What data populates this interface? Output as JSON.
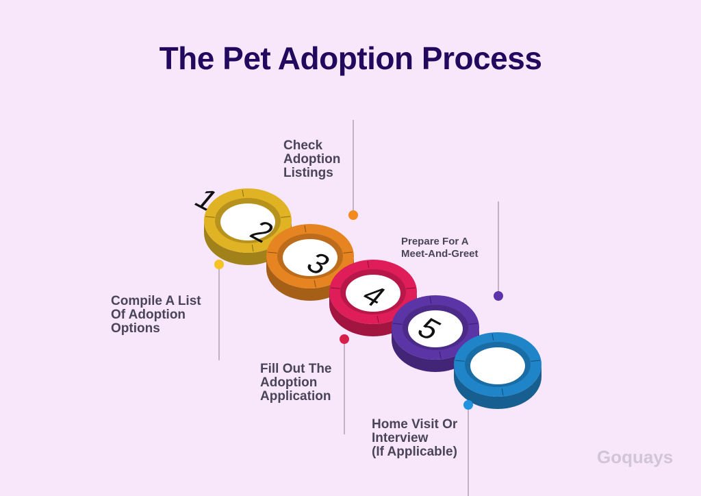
{
  "title": "The Pet Adoption Process",
  "brand": "Goquays",
  "steps": [
    {
      "number": "1",
      "label": [
        "Check",
        "Adoption",
        "Listings"
      ],
      "color": "#dfb323",
      "dot_color": "#f28a1d"
    },
    {
      "number": "2",
      "label": [
        "Compile A List",
        "Of Adoption",
        "Options"
      ],
      "color": "#e58420",
      "dot_color": "#f6c327"
    },
    {
      "number": "3",
      "label": [
        "Prepare For A",
        "Meet-And-Greet"
      ],
      "color": "#df1d59",
      "dot_color": "#5a34a8"
    },
    {
      "number": "4",
      "label": [
        "Fill Out The",
        "Adoption",
        "Application"
      ],
      "color": "#5b34a5",
      "dot_color": "#d71f4c"
    },
    {
      "number": "5",
      "label": [
        "Home Visit Or",
        "Interview",
        "(If Applicable)"
      ],
      "color": "#1f84c8",
      "dot_color": "#1f92e0"
    }
  ]
}
